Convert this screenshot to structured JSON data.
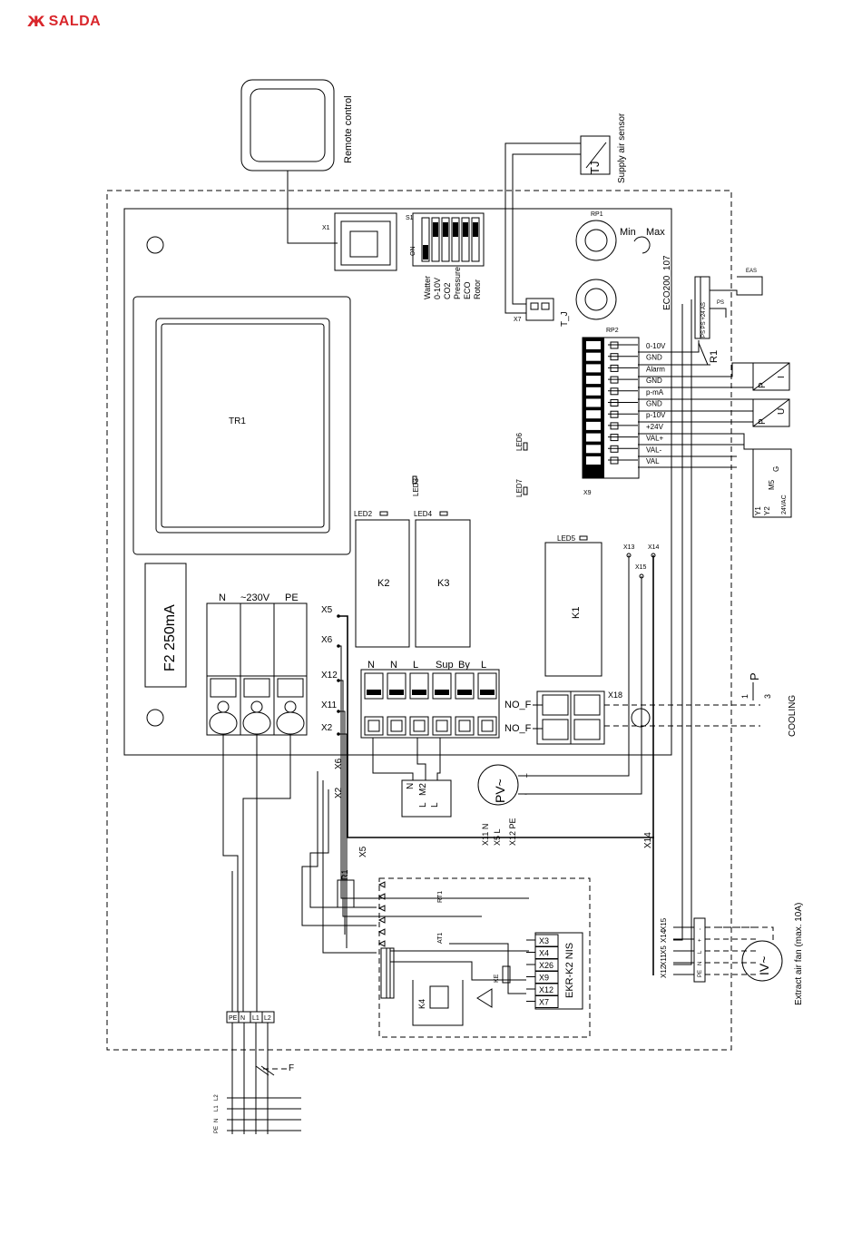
{
  "brand": {
    "logo_mark": "Ж",
    "name": "SALDA"
  },
  "labels": {
    "remote_control": "Remote control",
    "supply_air_sensor": "Supply air sensor",
    "tj": "TJ",
    "board_id": "ECO200_107",
    "x1": "X1",
    "s1": "S1",
    "on": "ON",
    "rp1": "RP1",
    "rp2": "RP2",
    "min": "Min",
    "max": "Max",
    "x7": "X7",
    "tj_small": "T_J",
    "tr1": "TR1",
    "fuse": "F2  250mA",
    "n": "N",
    "v230": "~230V",
    "pe": "PE",
    "x5": "X5",
    "x6": "X6",
    "x12": "X12",
    "x11": "X11",
    "x2": "X2",
    "led2": "LED2",
    "led3": "LED3",
    "led4": "LED4",
    "led5": "LED5",
    "led6": "LED6",
    "led7": "LED7",
    "k1": "K1",
    "k2": "K2",
    "k3": "K3",
    "x9": "X9",
    "x13": "X13",
    "x14": "X14",
    "x15": "X15",
    "x18": "X18",
    "nof1": "NO_F",
    "nof2": "NO_F",
    "cooling": "COOLING",
    "m2_n": "N",
    "m2_l1": "L",
    "m2_l2": "L",
    "m2": "M2",
    "pv": "PV~",
    "ekr": "EKR-K2 NIS",
    "extract_fan": "Extract air fan (max. 10A)",
    "iv": "IV~",
    "m5": "M5",
    "m5_volt": "24VAC",
    "eas": "EAS",
    "ps": "PS",
    "r1": "R1",
    "k4": "K4",
    "ke": "KE",
    "at1": "AT1",
    "rt1": "RT1",
    "mains": "PE N L1 L2"
  },
  "dip_switches": [
    "Watter",
    "0-10V",
    "CO2",
    "Pressure",
    "ECO",
    "Rotor"
  ],
  "relay_terminals": [
    "N",
    "N",
    "L",
    "Sup",
    "By",
    "L"
  ],
  "x9_terminals": [
    "0-10V",
    "GND",
    "Alarm",
    "GND",
    "p-mA",
    "GND",
    "p-10V",
    "+24V",
    "VAL+",
    "VAL-",
    "VAL"
  ],
  "ekr_terminals": [
    "X3",
    "X4",
    "X26",
    "X9",
    "X12",
    "X7"
  ],
  "fan_terminals": [
    "X15",
    "X14",
    "X5",
    "X11",
    "X12"
  ],
  "fan_pins": [
    "-",
    "+",
    "L",
    "N",
    "PE"
  ],
  "mains_terminals": [
    "PE",
    "N",
    "L1",
    "L2"
  ],
  "pressure_sensors": [
    {
      "p": "P",
      "out": "I"
    },
    {
      "p": "P",
      "out": "U"
    }
  ],
  "m5_pins": [
    "Y1",
    "Y2",
    "G"
  ],
  "cooling_symbol": {
    "top": "1",
    "bottom": "3",
    "p": "P"
  },
  "mains_labels": [
    "L2",
    "L1",
    "N",
    "PE"
  ],
  "colors": {
    "brand": "#d9262b",
    "line": "#000000",
    "background": "#ffffff"
  }
}
